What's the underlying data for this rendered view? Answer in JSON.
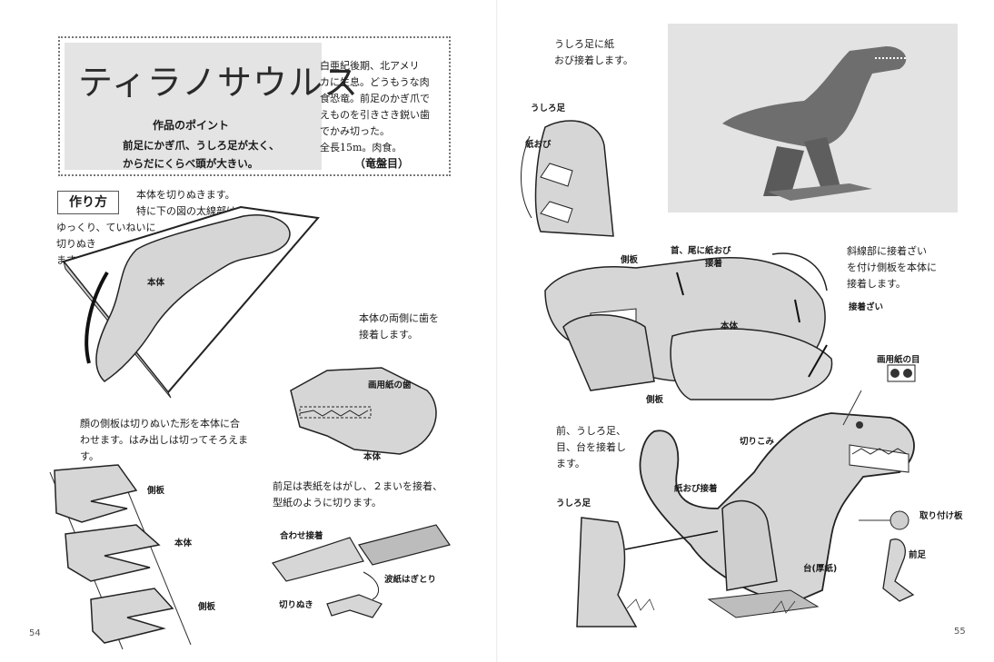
{
  "left_page": {
    "title": "ティラノサウルス",
    "description_lines": [
      "白亜紀後期、北アメリ",
      "カに生息。どうもうな肉",
      "食恐竜。前足のかぎ爪で",
      "えものを引きさき鋭い歯",
      "でかみ切った。",
      "全長15m。肉食。"
    ],
    "order": "（竜盤目）",
    "point_heading": "作品のポイント",
    "point_lines": [
      "前足にかぎ爪、うしろ足が太く、",
      "からだにくらべ頭が大きい。"
    ],
    "make_label": "作り方",
    "step1_lines": [
      "本体を切りぬきます。",
      "特に下の図の太線部は",
      "ゆっくり、ていねいに",
      "切りぬき",
      "ます。"
    ],
    "step2_lines": [
      "本体の両側に歯を",
      "接着します。"
    ],
    "step3_lines": [
      "顔の側板は切りぬいた形を本体に合",
      "わせます。はみ出しは切ってそろえま",
      "す。"
    ],
    "step4_lines": [
      "前足は表紙をはがし、２まいを接着、",
      "型紙のように切ります。"
    ],
    "labels": {
      "body1": "本体",
      "teeth_paper": "画用紙の歯",
      "body2": "本体",
      "side1": "側板",
      "body3": "本体",
      "side2": "側板",
      "glue_together": "合わせ接着",
      "corrugated": "波紙はぎとり",
      "cut_out": "切りぬき"
    },
    "page_number": "54"
  },
  "right_page": {
    "step5_lines": [
      "うしろ足に紙",
      "おび接着します。"
    ],
    "step6_lines": [
      "斜線部に接着ざい",
      "を付け側板を本体に",
      "接着します。"
    ],
    "step7_lines": [
      "前、うしろ足、",
      "目、台を接着し",
      "ます。"
    ],
    "labels": {
      "rear_leg1": "うしろ足",
      "paper_band1": "紙おび",
      "side_a": "側板",
      "neck_tail": "首、尾に紙おび",
      "neck_tail2": "接着",
      "glue_agent": "接着ざい",
      "body": "本体",
      "side_b": "側板",
      "eye": "画用紙の目",
      "notch": "切りこみ",
      "paper_band_glue": "紙おび接着",
      "mount_plate": "取り付け板",
      "rear_leg2": "うしろ足",
      "front_leg": "前足",
      "base": "台(厚紙)"
    },
    "page_number": "55"
  }
}
